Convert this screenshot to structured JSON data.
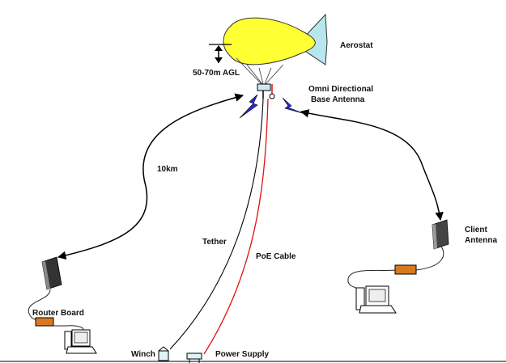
{
  "labels": {
    "aerostat": "Aerostat",
    "altitude": "50-70m AGL",
    "base_antenna_line1": "Omni Directional",
    "base_antenna_line2": "Base Antenna",
    "distance": "10km",
    "tether": "Tether",
    "poe_cable": "PoE Cable",
    "client_antenna_line1": "Client",
    "client_antenna_line2": "Antenna",
    "router_board": "Router Board",
    "winch": "Winch",
    "power_supply": "Power Supply"
  },
  "colors": {
    "balloon": "#ffff33",
    "fins": "#b7e6ee",
    "router": "#d9781f",
    "lightning": "#2a2ad8",
    "poe_cable": "#e01010",
    "antenna_panel": "#666666"
  }
}
